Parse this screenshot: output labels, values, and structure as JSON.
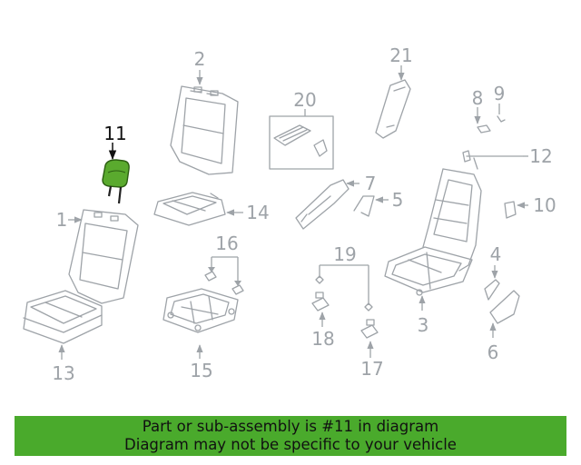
{
  "callouts": [
    {
      "n": "1"
    },
    {
      "n": "2"
    },
    {
      "n": "3"
    },
    {
      "n": "4"
    },
    {
      "n": "5"
    },
    {
      "n": "6"
    },
    {
      "n": "7"
    },
    {
      "n": "8"
    },
    {
      "n": "9"
    },
    {
      "n": "10"
    },
    {
      "n": "11"
    },
    {
      "n": "12"
    },
    {
      "n": "13"
    },
    {
      "n": "14"
    },
    {
      "n": "15"
    },
    {
      "n": "16"
    },
    {
      "n": "17"
    },
    {
      "n": "18"
    },
    {
      "n": "19"
    },
    {
      "n": "20"
    },
    {
      "n": "21"
    }
  ],
  "highlighted_part": "11",
  "colors": {
    "highlight": "#5aaa2e",
    "banner": "#4aaa2c",
    "line_art": "#9ea3a8"
  },
  "banner": {
    "line1": "Part or sub-assembly is #11 in diagram",
    "line2": "Diagram may not be specific to your vehicle"
  }
}
